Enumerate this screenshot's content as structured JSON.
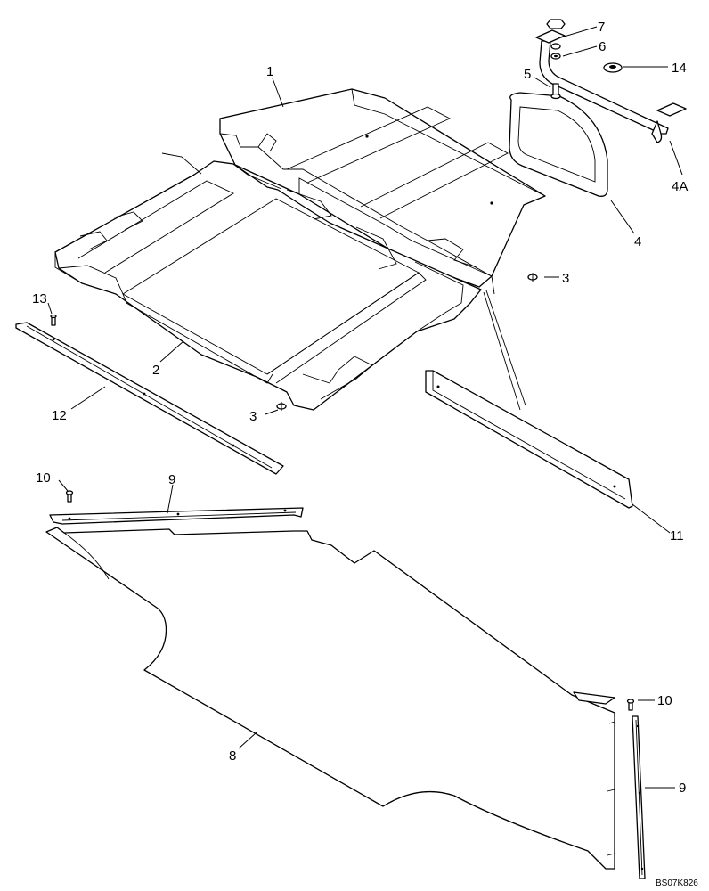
{
  "diagram": {
    "reference_code": "BS07K826",
    "callouts": {
      "c1": "1",
      "c2": "2",
      "c3a": "3",
      "c3b": "3",
      "c4": "4",
      "c4a": "4A",
      "c5": "5",
      "c6": "6",
      "c7": "7",
      "c8": "8",
      "c9a": "9",
      "c9b": "9",
      "c10a": "10",
      "c10b": "10",
      "c11": "11",
      "c12": "12",
      "c13": "13",
      "c14": "14"
    }
  }
}
